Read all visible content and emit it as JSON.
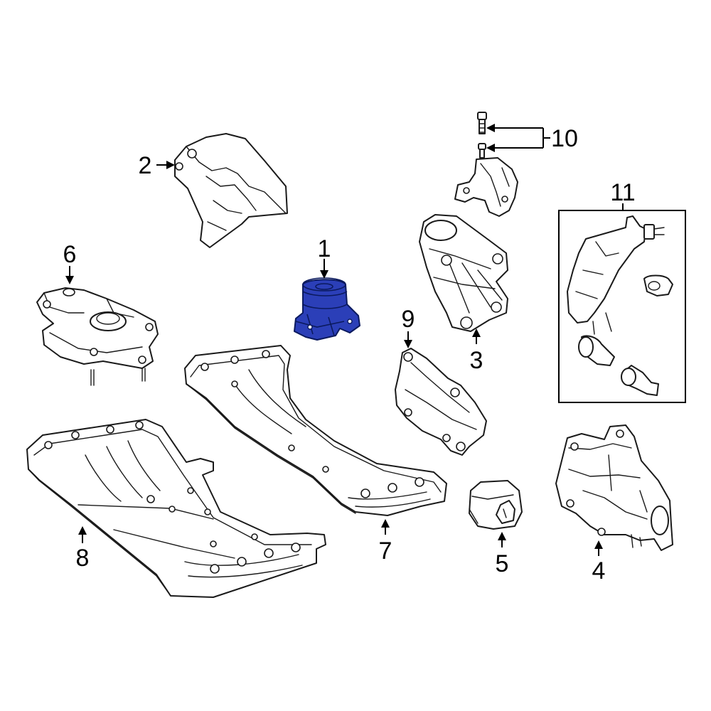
{
  "highlight_color": "#2b3fb8",
  "callouts": [
    {
      "id": "1",
      "label": "1"
    },
    {
      "id": "2",
      "label": "2"
    },
    {
      "id": "3",
      "label": "3"
    },
    {
      "id": "4",
      "label": "4"
    },
    {
      "id": "5",
      "label": "5"
    },
    {
      "id": "6",
      "label": "6"
    },
    {
      "id": "7",
      "label": "7"
    },
    {
      "id": "8",
      "label": "8"
    },
    {
      "id": "9",
      "label": "9"
    },
    {
      "id": "10",
      "label": "10"
    },
    {
      "id": "11",
      "label": "11"
    }
  ]
}
